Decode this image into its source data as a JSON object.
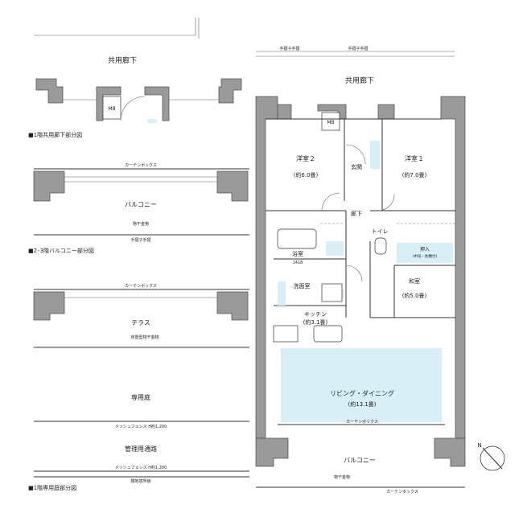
{
  "labels": {
    "common_corridor_top": "共用廊下",
    "common_corridor_main": "共用廊下",
    "floor1_corridor_caption": "■1階共用廊下部分図",
    "floor23_balcony_caption": "■2･3階バルコニー部分図",
    "floor1_garden_caption": "■1階専用庭部分図",
    "balcony_detail": "バルコニー",
    "terrace": "テラス",
    "private_garden": "専用庭",
    "management_path": "管理用通路",
    "mb": "MB",
    "mb_main": "MB",
    "western2": "洋室２",
    "western2_area": "(約6.0畳)",
    "western1": "洋室１",
    "western1_area": "(約7.0畳)",
    "entrance": "玄関",
    "hallway": "廊下",
    "toilet": "トイレ",
    "bathroom": "浴室",
    "bath_size": "1418",
    "washroom": "洗面室",
    "japanese": "和室",
    "japanese_area": "(約5.0畳)",
    "kitchen": "キッチン",
    "kitchen_area": "(約3.1畳)",
    "living": "リビング・ダイニング",
    "living_area": "(約13.1畳)",
    "balcony_main": "バルコニー",
    "curtain_box": "カーテンボックス",
    "curtain_box2": "カーテンボックス",
    "curtain_box3": "カーテンボックス",
    "curtain_box_main": "カーテンボックス",
    "storage_label": "押入",
    "storage_sub": "(中段・枕棚付)",
    "mesh_fence": "メッシュフェンス H約1,200",
    "mesh_fence2": "メッシュフェンス H約1,200",
    "boundary": "隣地境界線",
    "railing": "手摺子手摺",
    "railing2": "手摺子手摺",
    "railing3": "手摺子手摺",
    "ac_unit_detail": "物干金物",
    "ac_unit_main": "物干金物",
    "terrace_dry": "床置型物干金物",
    "compass": "N"
  },
  "colors": {
    "wall": "#9a9a9a",
    "highlight": "#d8eff8"
  }
}
